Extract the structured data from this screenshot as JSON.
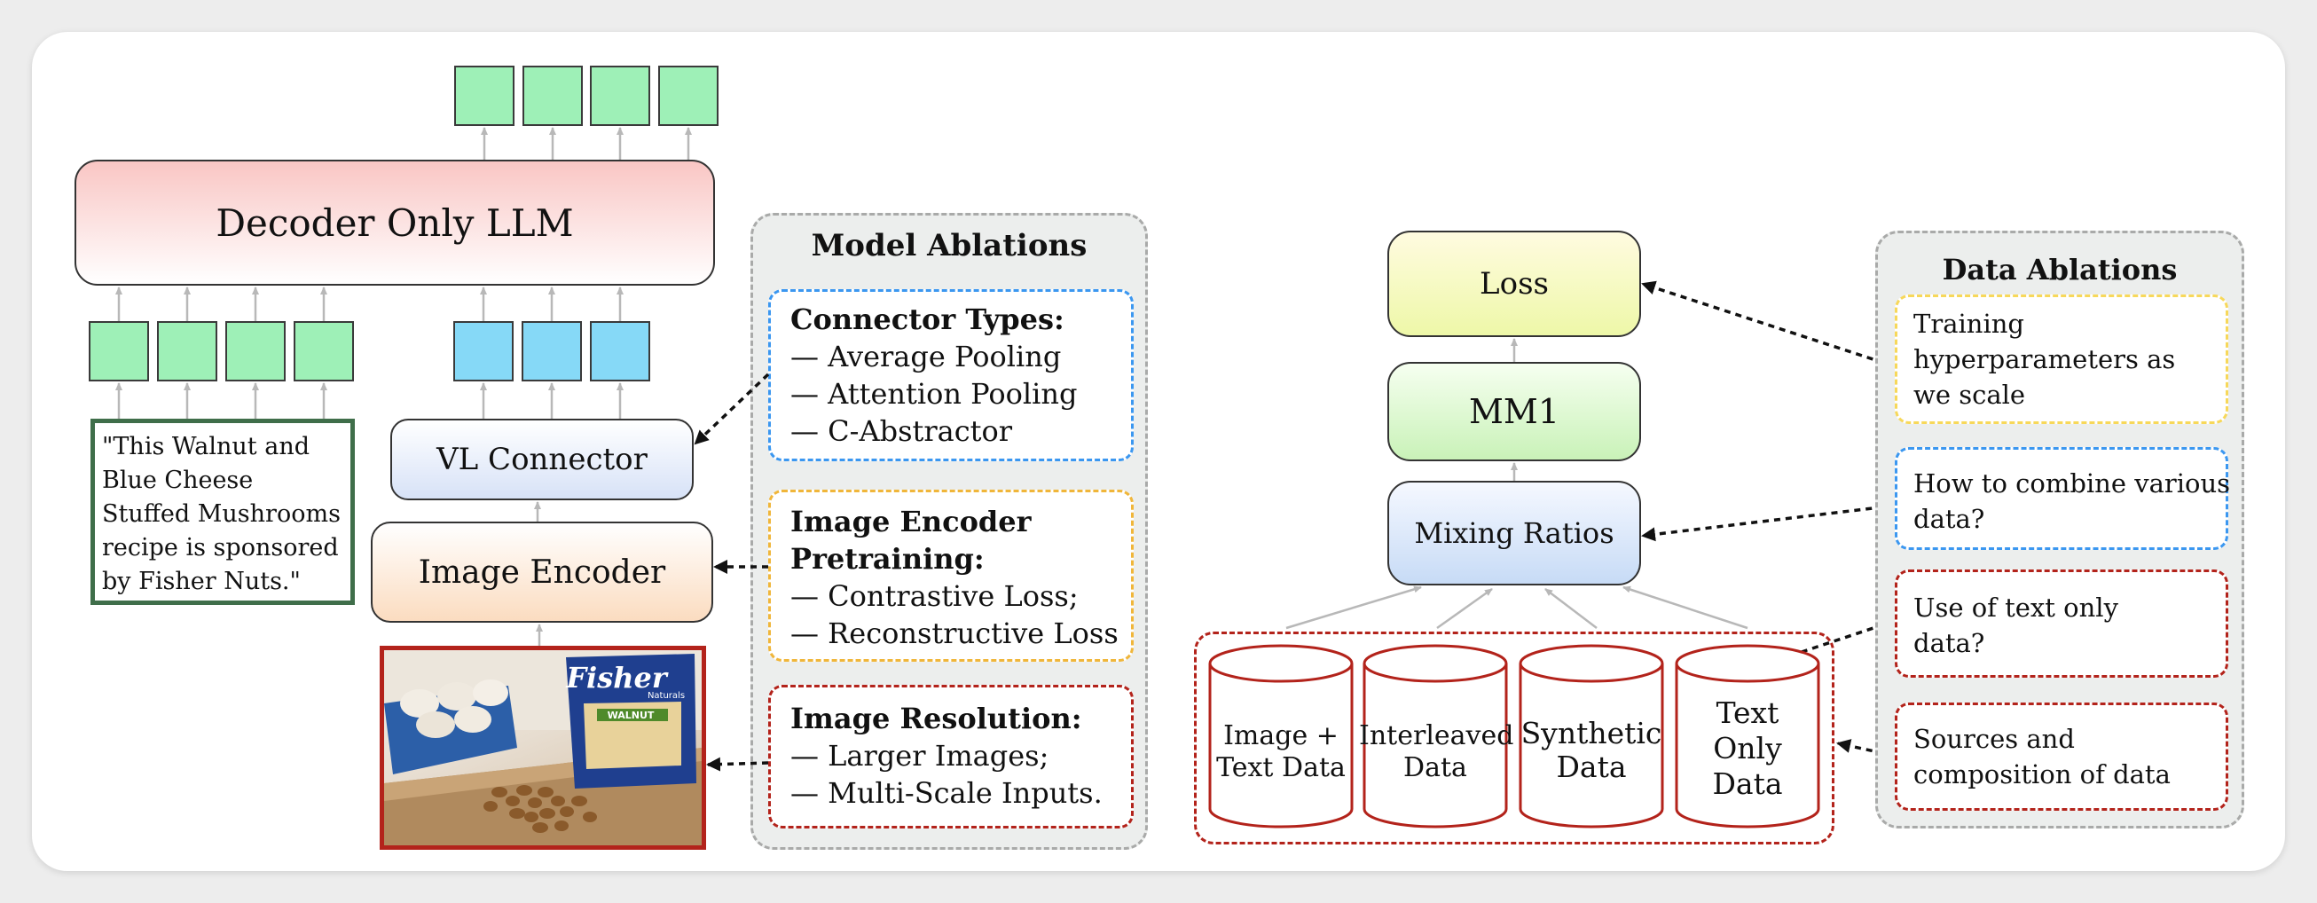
{
  "colors": {
    "green_token": "#9ef0b7",
    "blue_token": "#86d9f7",
    "blue_border": "#3b97f0",
    "orange_border": "#f0b63a",
    "red_border": "#b3231b",
    "yellow_border": "#f7d85a",
    "caption_border": "#3f6e4a",
    "image_frame": "#b3231b"
  },
  "model": {
    "llm_label": "Decoder Only LLM",
    "connector_label": "VL Connector",
    "encoder_label": "Image Encoder",
    "caption_text": "\"This Walnut and Blue Cheese Stuffed Mushrooms recipe is sponsored by Fisher Nuts.\"",
    "image_brand": "Fisher",
    "image_subbrand": "Naturals",
    "image_product": "WALNUT"
  },
  "model_ablations": {
    "title": "Model Ablations",
    "groups": [
      {
        "heading": "Connector Types:",
        "items": [
          "— Average Pooling",
          "— Attention Pooling",
          "— C-Abstractor"
        ]
      },
      {
        "heading": "Image Encoder Pretraining:",
        "heading_lines": [
          "Image Encoder",
          "Pretraining:"
        ],
        "items": [
          "— Contrastive Loss;",
          "— Reconstructive Loss"
        ]
      },
      {
        "heading": "Image Resolution:",
        "items": [
          "— Larger Images;",
          "— Multi-Scale Inputs."
        ]
      }
    ]
  },
  "data_pipeline": {
    "loss_label": "Loss",
    "mm1_label": "MM1",
    "mixing_label": "Mixing Ratios",
    "sources": [
      {
        "lines": [
          "Image +",
          "Text Data"
        ]
      },
      {
        "lines": [
          "Interleaved",
          "Data"
        ]
      },
      {
        "lines": [
          "Synthetic",
          "Data"
        ]
      },
      {
        "lines": [
          "Text",
          "Only",
          "Data"
        ]
      }
    ]
  },
  "data_ablations": {
    "title": "Data Ablations",
    "items": [
      {
        "lines": [
          "Training",
          "hyperparameters as",
          "we scale"
        ]
      },
      {
        "lines": [
          "How to combine various",
          "data?"
        ]
      },
      {
        "lines": [
          "Use of text only",
          "data?"
        ]
      },
      {
        "lines": [
          "Sources and",
          "composition of data"
        ]
      }
    ]
  }
}
